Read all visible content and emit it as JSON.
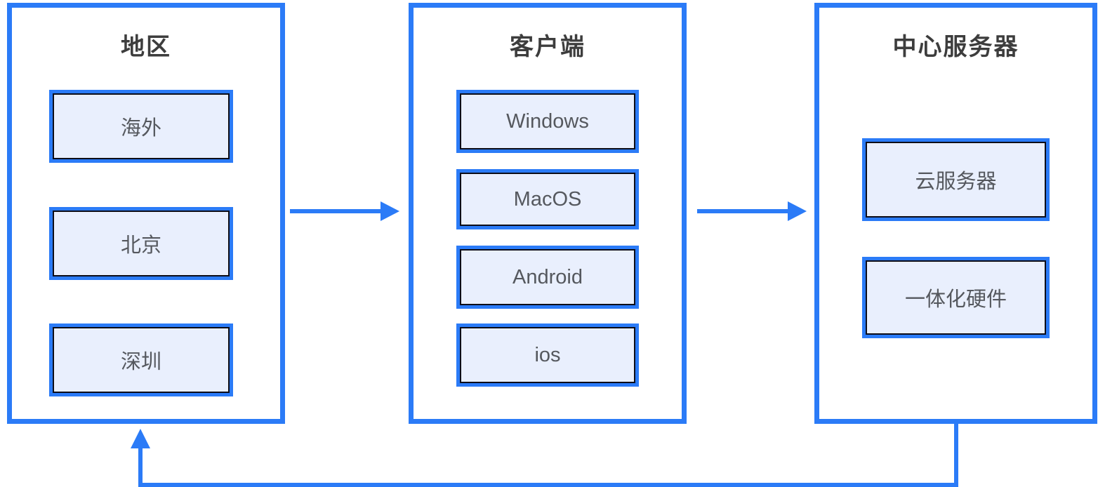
{
  "diagram": {
    "background": "#ffffff",
    "colors": {
      "accent_blue": "#2b7bf7",
      "node_fill": "#e9effd",
      "node_stroke": "#0d0d17",
      "title_text": "#3d3d3d",
      "label_text": "#55585e"
    },
    "groups": [
      {
        "id": "region",
        "title": "地区",
        "items": [
          "海外",
          "北京",
          "深圳"
        ]
      },
      {
        "id": "client",
        "title": "客户端",
        "items": [
          "Windows",
          "MacOS",
          "Android",
          "ios"
        ]
      },
      {
        "id": "server",
        "title": "中心服务器",
        "items": [
          "云服务器",
          "一体化硬件"
        ]
      }
    ],
    "connections": [
      {
        "from": "region",
        "to": "client",
        "style": "straight-arrow-right"
      },
      {
        "from": "client",
        "to": "server",
        "style": "straight-arrow-right"
      },
      {
        "from": "server",
        "to": "region",
        "style": "feedback-loop-bottom-arrow-up"
      }
    ]
  }
}
